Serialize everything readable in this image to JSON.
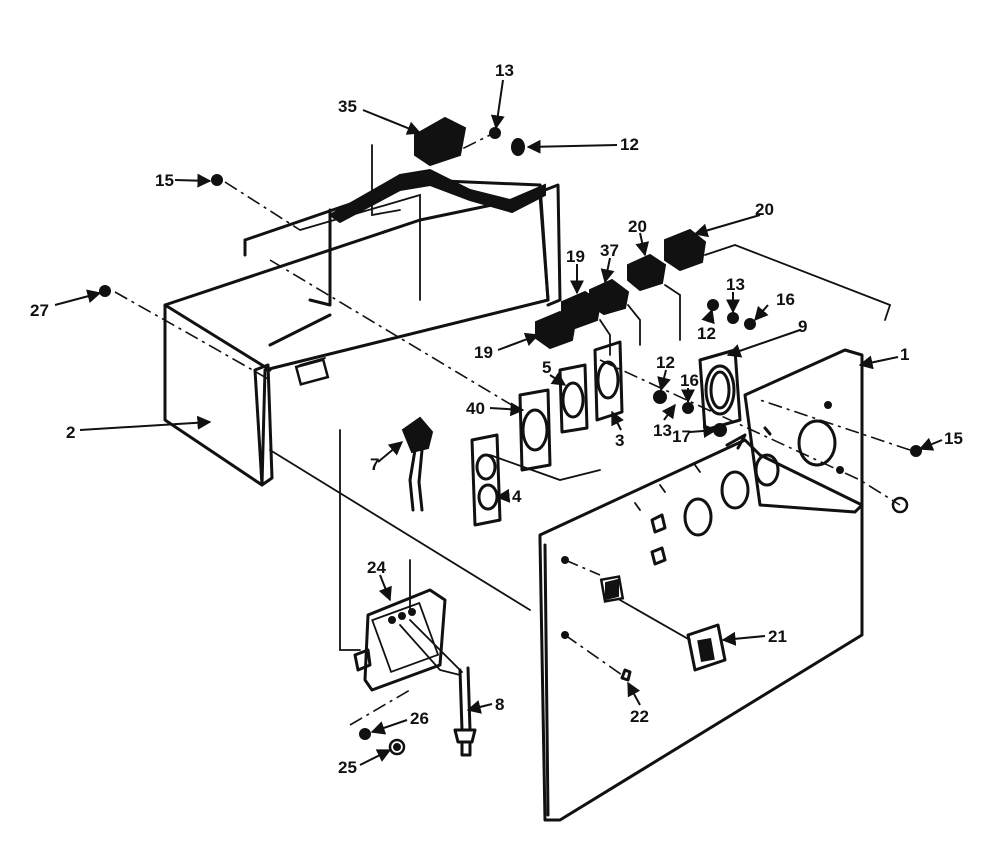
{
  "diagram": {
    "callouts": [
      {
        "label": "35"
      },
      {
        "label": "13"
      },
      {
        "label": "12"
      },
      {
        "label": "15"
      },
      {
        "label": "20"
      },
      {
        "label": "20"
      },
      {
        "label": "37"
      },
      {
        "label": "19"
      },
      {
        "label": "13"
      },
      {
        "label": "16"
      },
      {
        "label": "27"
      },
      {
        "label": "12"
      },
      {
        "label": "9"
      },
      {
        "label": "1"
      },
      {
        "label": "19"
      },
      {
        "label": "5"
      },
      {
        "label": "12"
      },
      {
        "label": "16"
      },
      {
        "label": "40"
      },
      {
        "label": "3"
      },
      {
        "label": "13"
      },
      {
        "label": "17"
      },
      {
        "label": "15"
      },
      {
        "label": "2"
      },
      {
        "label": "7"
      },
      {
        "label": "4"
      },
      {
        "label": "24"
      },
      {
        "label": "21"
      },
      {
        "label": "8"
      },
      {
        "label": "22"
      },
      {
        "label": "26"
      },
      {
        "label": "25"
      }
    ]
  }
}
